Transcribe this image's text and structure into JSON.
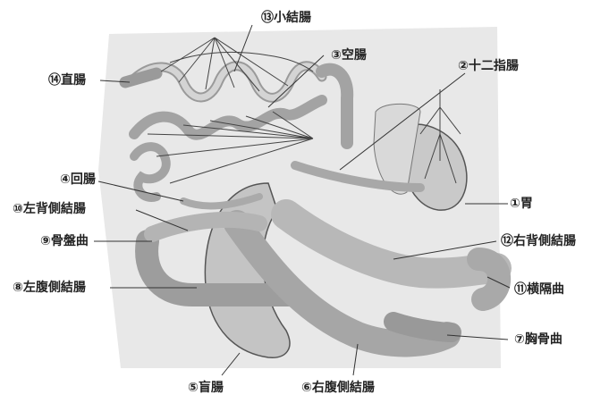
{
  "labels": {
    "stomach": "①胃",
    "duodenum": "②十二指腸",
    "jejunum": "③空腸",
    "ileum": "④回腸",
    "cecum": "⑤盲腸",
    "right_ventral_colon": "⑥右腹側結腸",
    "sternal_flexure": "⑦胸骨曲",
    "left_ventral_colon": "⑧左腹側結腸",
    "pelvic_flexure": "⑨骨盤曲",
    "left_dorsal_colon": "⑩左背側結腸",
    "diaphragmatic_flexure": "⑪横隔曲",
    "right_dorsal_colon": "⑫右背側結腸",
    "small_colon": "⑬小結腸",
    "rectum": "⑭直腸"
  },
  "colors": {
    "panel": "#e6e6e6",
    "organ_fill": "#cfcfcf",
    "organ_stroke": "#555555",
    "vessel": "#333333",
    "leader": "#333333"
  }
}
